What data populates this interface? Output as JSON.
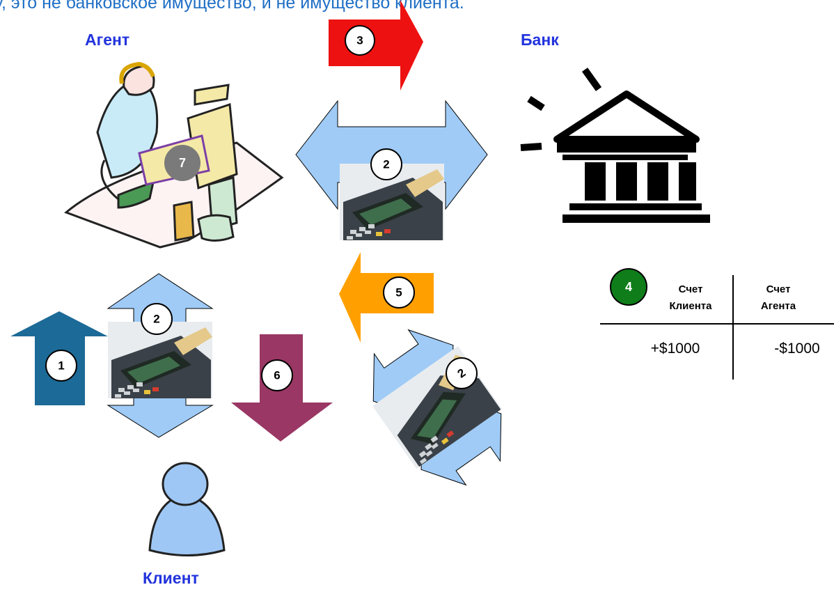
{
  "caption": "у, это не банковское имущество, и не имущество клиента.",
  "labels": {
    "agent": "Агент",
    "bank": "Банк",
    "client": "Клиент"
  },
  "steps": {
    "s1": "1",
    "s2a": "2",
    "s2b": "2",
    "s2c": "2",
    "s3": "3",
    "s4": "4",
    "s5": "5",
    "s6": "6",
    "s7": "7"
  },
  "ledger": {
    "col1_line1": "Счет",
    "col1_line2": "Клиента",
    "col2_line1": "Счет",
    "col2_line2": "Агента",
    "client_value": "+$1000",
    "agent_value": "-$1000"
  },
  "colors": {
    "red_arrow": "#ee1111",
    "light_blue": "#9fcbf6",
    "dark_blue": "#1c6a97",
    "orange": "#ffa000",
    "purple": "#9a3764",
    "green": "#0e7d1a",
    "gray": "#7a7a7a",
    "label_blue": "#2233dd",
    "caption_blue": "#1f6fc5"
  },
  "icons": {
    "agent": "cashier-clipart-icon",
    "bank": "bank-building-icon",
    "client": "person-icon",
    "terminal": "pos-terminal-icon"
  }
}
